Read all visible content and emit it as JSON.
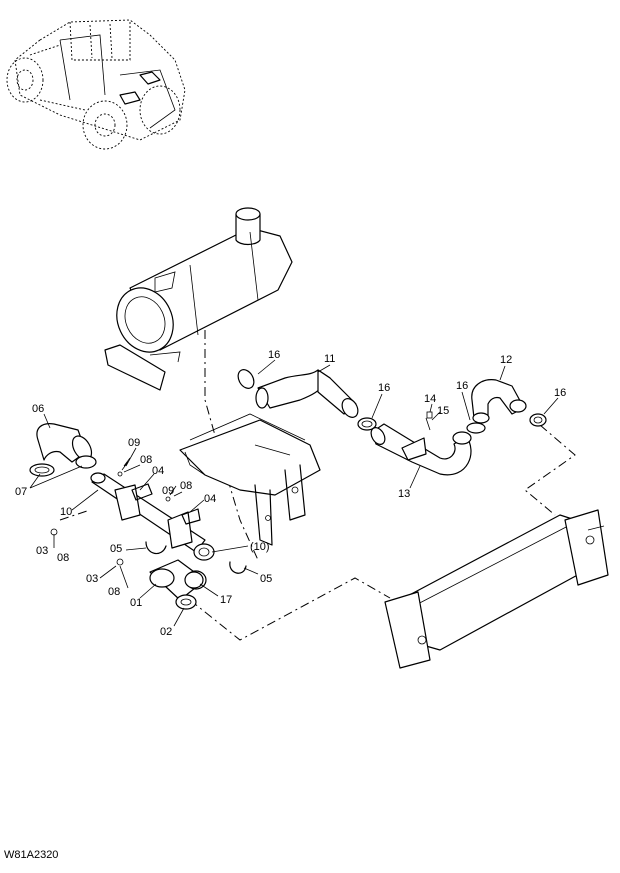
{
  "drawing_code": "W81A2320",
  "callouts": {
    "c01": "01",
    "c02": "02",
    "c03a": "03",
    "c03b": "03",
    "c04a": "04",
    "c04b": "04",
    "c05a": "05",
    "c05b": "05",
    "c06": "06",
    "c07": "07",
    "c08a": "08",
    "c08b": "08",
    "c08c": "08",
    "c08d": "08",
    "c09a": "09",
    "c09b": "09",
    "c10": "10",
    "c10ref": "(10)",
    "c11": "11",
    "c12": "12",
    "c13": "13",
    "c14": "14",
    "c15": "15",
    "c16a": "16",
    "c16b": "16",
    "c16c": "16",
    "c16d": "16",
    "c17": "17"
  }
}
